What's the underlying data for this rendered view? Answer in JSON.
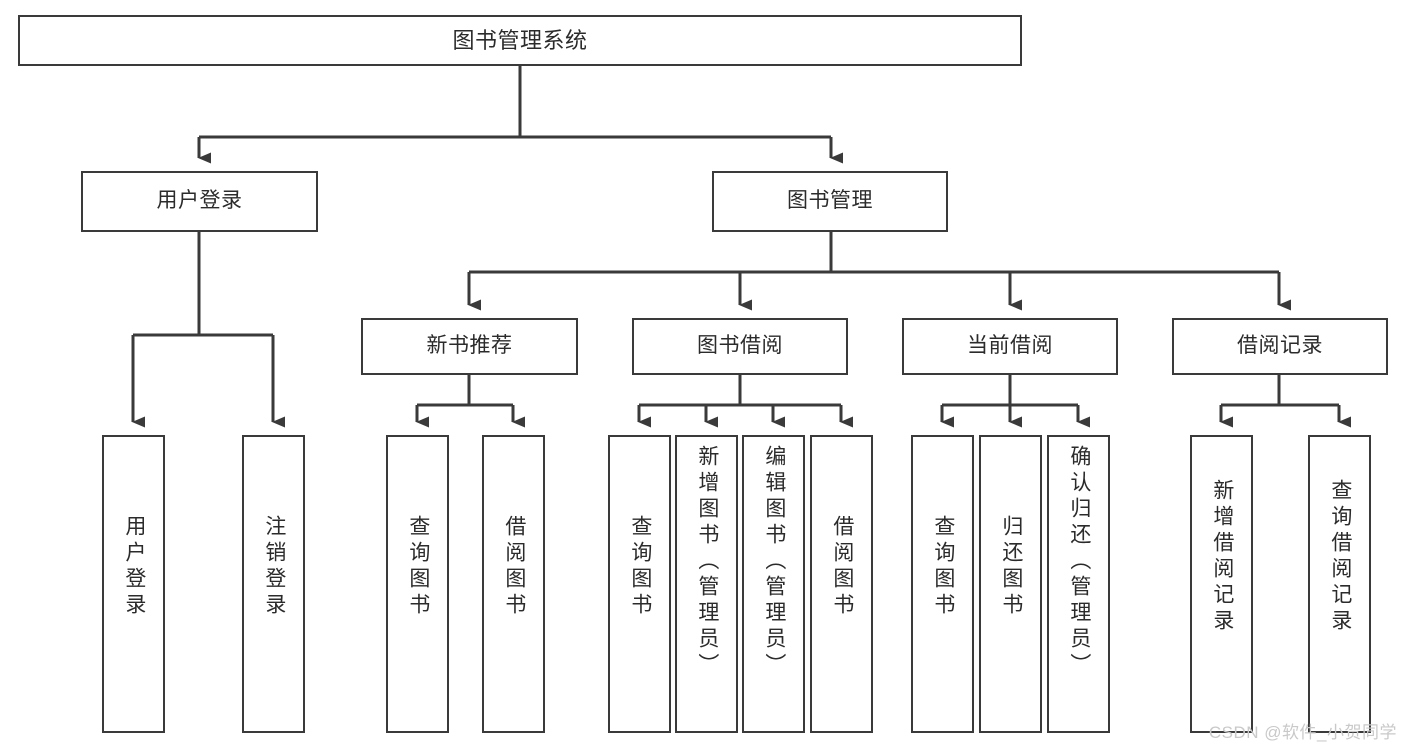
{
  "diagram": {
    "title": "图书管理系统",
    "type": "tree",
    "colors": {
      "background": "#ffffff",
      "node_border": "#3a3a3a",
      "node_fill": "#ffffff",
      "text": "#2b2b2b",
      "edge": "#3a3a3a",
      "watermark": "#c9c9c9"
    },
    "nodes": {
      "root": {
        "label": "图书管理系统"
      },
      "level2": [
        {
          "label": "用户登录"
        },
        {
          "label": "图书管理"
        }
      ],
      "level3": [
        {
          "label": "新书推荐"
        },
        {
          "label": "图书借阅"
        },
        {
          "label": "当前借阅"
        },
        {
          "label": "借阅记录"
        }
      ],
      "leaves_user_login": [
        {
          "label": "用户登录"
        },
        {
          "label": "注销登录"
        }
      ],
      "leaves_new_book": [
        {
          "label": "查询图书"
        },
        {
          "label": "借阅图书"
        }
      ],
      "leaves_borrow": [
        {
          "label": "查询图书"
        },
        {
          "label": "新增图书（管理员）"
        },
        {
          "label": "编辑图书（管理员）"
        },
        {
          "label": "借阅图书"
        }
      ],
      "leaves_current": [
        {
          "label": "查询图书"
        },
        {
          "label": "归还图书"
        },
        {
          "label": "确认归还（管理员）"
        }
      ],
      "leaves_records": [
        {
          "label": "新增借阅记录"
        },
        {
          "label": "查询借阅记录"
        }
      ]
    },
    "watermark": "CSDN @软件_小贺同学"
  }
}
